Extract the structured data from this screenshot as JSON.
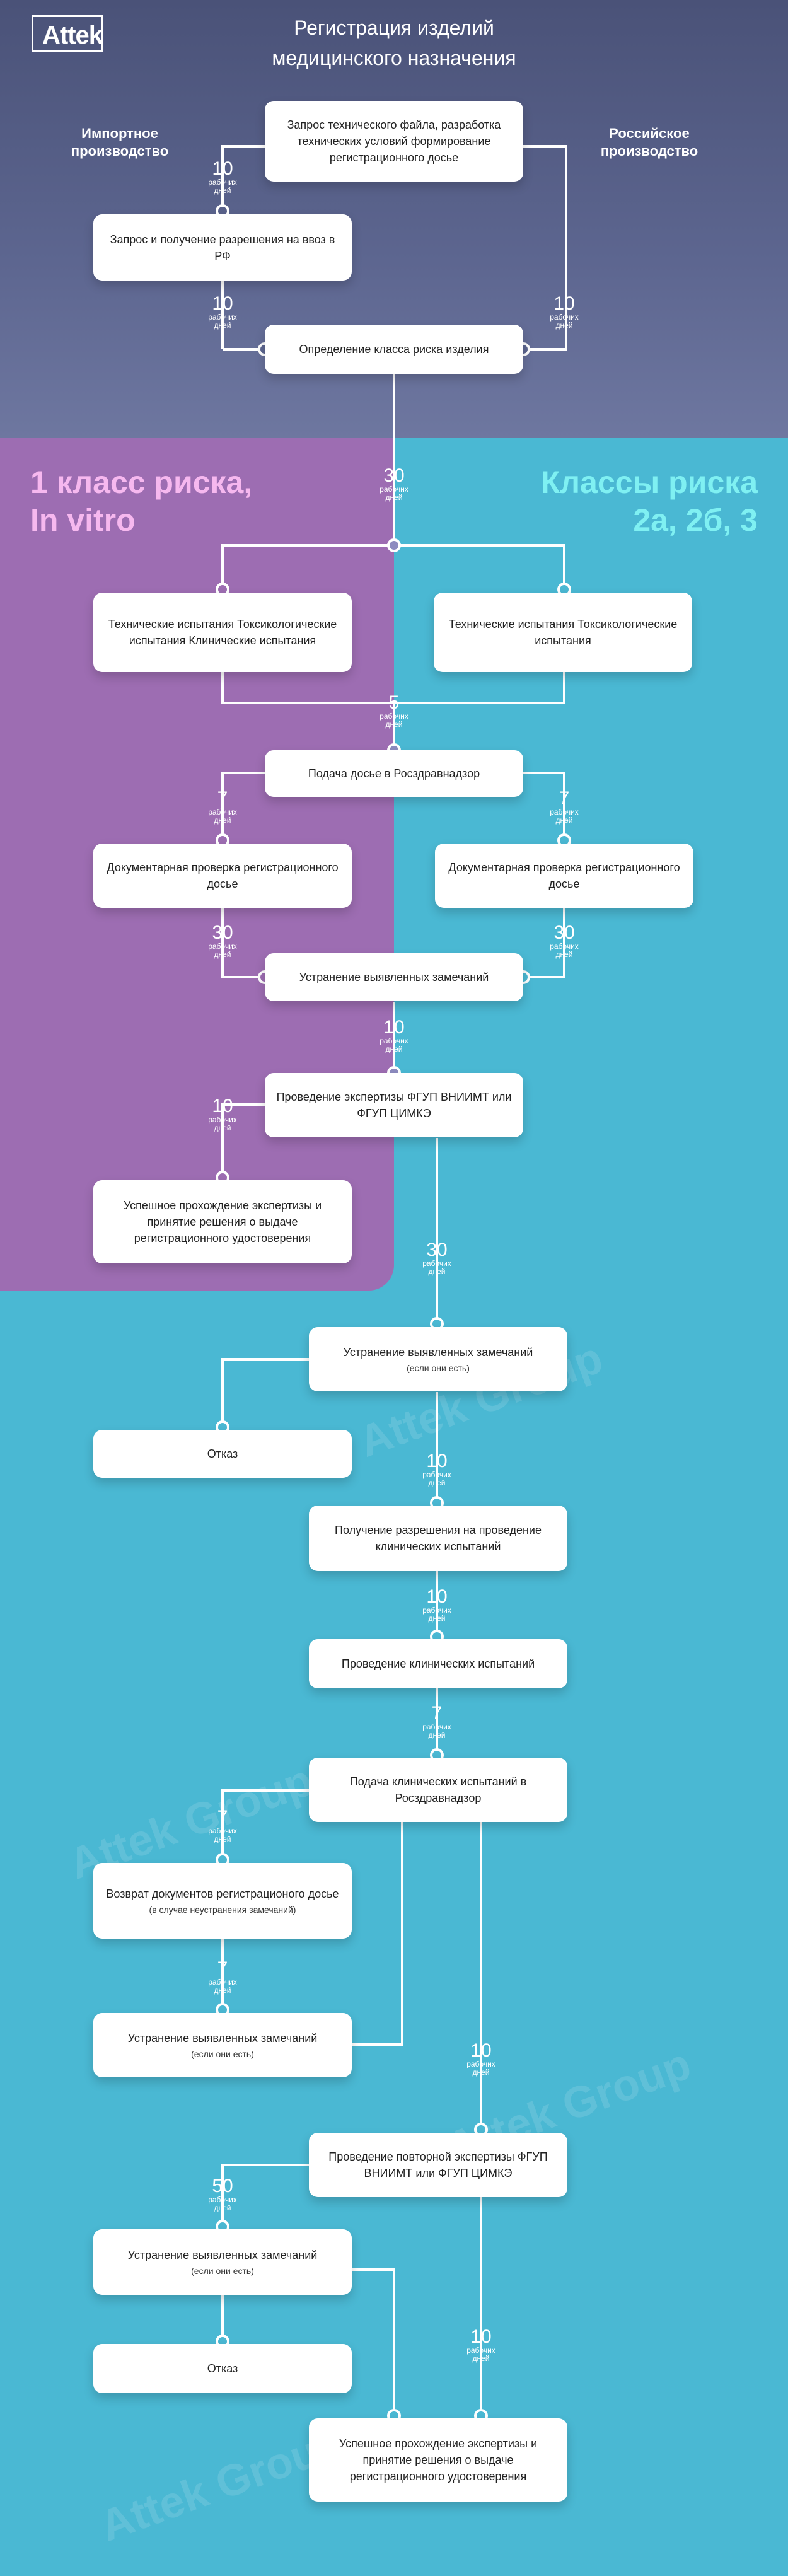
{
  "brand": {
    "logo": "Attek"
  },
  "header": {
    "title_line1": "Регистрация изделий",
    "title_line2": "медицинского назначения"
  },
  "labels": {
    "import": "Импортное производство",
    "russian": "Российское производство"
  },
  "classes": {
    "class1_line1": "1 класс риска,",
    "class1_line2": "In vitro",
    "class2_line1": "Классы риска",
    "class2_line2": "2а, 2б, 3"
  },
  "colors": {
    "top_bg": "#4a5278",
    "purple": "#9d6db2",
    "cyan": "#4ab8d3",
    "class1_text": "#f6b8ef",
    "class2_text": "#7ff0f2"
  },
  "unit": {
    "line1": "рабочих",
    "line2": "дней"
  },
  "boxes": {
    "b1": "Запрос технического файла, разработка технических условий формирование регистрационного досье",
    "b2": "Запрос и получение разрешения на ввоз в РФ",
    "b3": "Определение класса риска изделия",
    "b4": "Технические испытания Токсикологические испытания Клинические испытания",
    "b5": "Технические испытания Токсикологические испытания",
    "b6": "Подача досье в Росздравнадзор",
    "b7": "Документарная проверка регистрационного досье",
    "b8": "Документарная проверка регистрационного досье",
    "b9": "Устранение выявленных замечаний",
    "b10": "Проведение экспертизы ФГУП ВНИИМТ или ФГУП ЦИМКЭ",
    "b11": "Успешное прохождение экспертизы и принятие решения о выдаче регистрационного удостоверения",
    "b12": "Устранение выявленных замечаний",
    "b12_sub": "(если они есть)",
    "b13": "Отказ",
    "b14": "Получение разрешения на проведение клинических испытаний",
    "b15": "Проведение клинических испытаний",
    "b16": "Подача клинических испытаний в Росздравнадзор",
    "b17": "Возврат документов регистрационого досье",
    "b17_sub": "(в случае неустранения замечаний)",
    "b18": "Устранение выявленных замечаний",
    "b18_sub": "(если они есть)",
    "b19": "Проведение повторной экспертизы ФГУП ВНИИМТ или ФГУП ЦИМКЭ",
    "b20": "Устранение выявленных замечаний",
    "b20_sub": "(если они есть)",
    "b21": "Отказ",
    "b22": "Успешное прохождение экспертизы и принятие решения о выдаче регистрационного удостоверения"
  },
  "days": {
    "d1": "10",
    "d2": "10",
    "d3": "10",
    "d4": "30",
    "d5": "5",
    "d6": "7",
    "d7": "7",
    "d8": "30",
    "d9": "30",
    "d10": "10",
    "d11": "10",
    "d12": "30",
    "d13": "10",
    "d14": "10",
    "d15": "7",
    "d16": "7",
    "d17": "7",
    "d18": "10",
    "d19": "50",
    "d20": "10"
  },
  "watermark": "Attek Group"
}
